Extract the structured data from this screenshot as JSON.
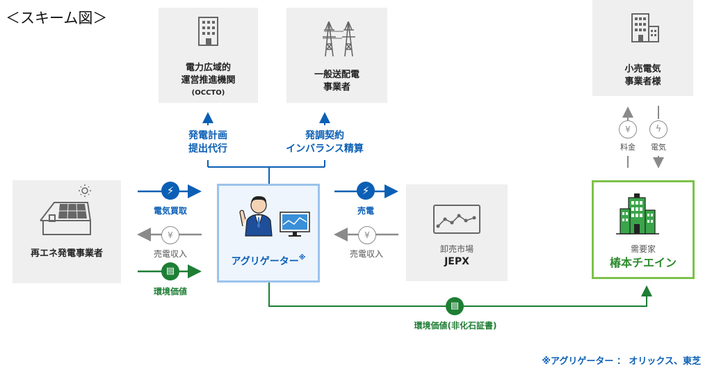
{
  "title": "＜スキーム図＞",
  "nodes": {
    "occto": {
      "line1": "電力広域的",
      "line2": "運営推進機関",
      "line3": "(OCCTO)"
    },
    "tdso": {
      "line1": "一般送配電",
      "line2": "事業者"
    },
    "retailer": {
      "line1": "小売電気",
      "line2": "事業者様"
    },
    "renewable": {
      "label": "再エネ発電事業者"
    },
    "aggregator": {
      "label": "アグリゲーター",
      "mark": "※"
    },
    "jepx": {
      "line1": "卸売市場",
      "line2": "JEPX"
    },
    "customer": {
      "line1": "需要家",
      "line2": "椿本チエイン"
    }
  },
  "labels": {
    "plan": {
      "line1": "発電計画",
      "line2": "提出代行"
    },
    "contract": {
      "line1": "発調契約",
      "line2": "インバランス精算"
    },
    "buy_power": "電気買取",
    "sales_income_left": "売電収入",
    "env_value_left": "環境価値",
    "sell_power": "売電",
    "sales_income_right": "売電収入",
    "env_value_bottom": "環境価値(非化石証書)",
    "fee": "料金",
    "electricity": "電気"
  },
  "footnote": "※アグリゲーター ： オリックス、東芝",
  "colors": {
    "blue": "#0b5fb5",
    "green": "#1e7e34",
    "gray": "#8a8a8a",
    "box": "#efefef",
    "aggregator_border": "#9cc3ec",
    "customer_border": "#7cc24a"
  }
}
